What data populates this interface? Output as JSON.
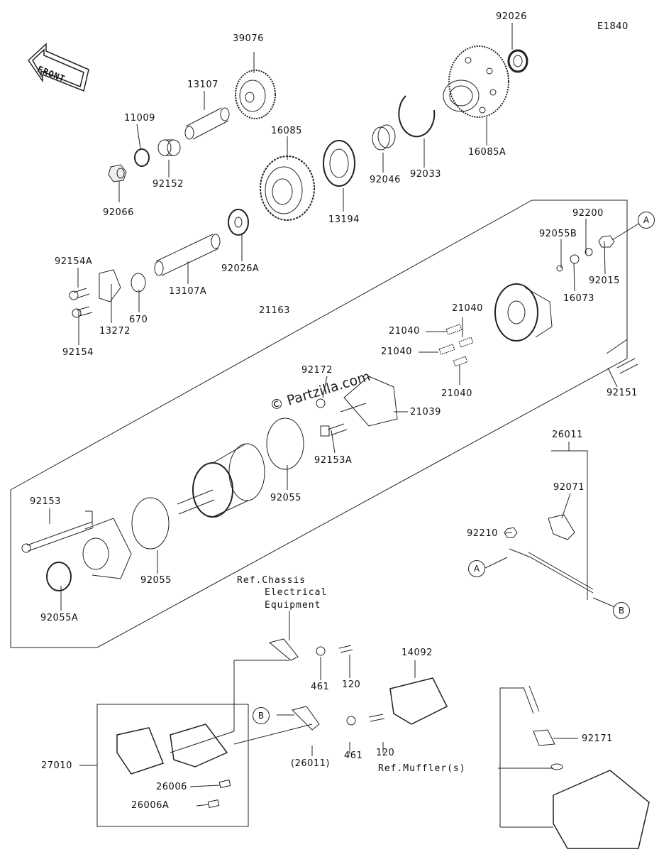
{
  "diagram_code": "E1840",
  "front_label": "FRONT",
  "watermark": "© Partzilla.com",
  "ref_chassis": [
    "Ref.Chassis",
    "Electrical",
    "Equipment"
  ],
  "ref_muffler": "Ref.Muffler(s)",
  "callouts": {
    "a": "A",
    "b": "B"
  },
  "parts": {
    "p39076": "39076",
    "p92026": "92026",
    "p13107": "13107",
    "p11009": "11009",
    "p16085": "16085",
    "p16085A": "16085A",
    "p92152": "92152",
    "p92066": "92066",
    "p13194": "13194",
    "p92046": "92046",
    "p92033": "92033",
    "p92026A": "92026A",
    "p92154A": "92154A",
    "p13107A": "13107A",
    "p670": "670",
    "p13272": "13272",
    "p92154": "92154",
    "p21163": "21163",
    "p92200": "92200",
    "p92055B": "92055B",
    "p92015": "92015",
    "p16073": "16073",
    "p21040a": "21040",
    "p21040b": "21040",
    "p21040c": "21040",
    "p21040d": "21040",
    "p92172": "92172",
    "p21039": "21039",
    "p92151": "92151",
    "p92153A": "92153A",
    "p26011": "26011",
    "p92071": "92071",
    "p92153": "92153",
    "p92055a": "92055",
    "p92055b": "92055",
    "p92210": "92210",
    "p92055A": "92055A",
    "p14092": "14092",
    "p461a": "461",
    "p120a": "120",
    "p461b": "461",
    "p120b": "120",
    "p26011p": "(26011)",
    "p27010": "27010",
    "p92171": "92171",
    "p26006": "26006",
    "p26006A": "26006A"
  }
}
